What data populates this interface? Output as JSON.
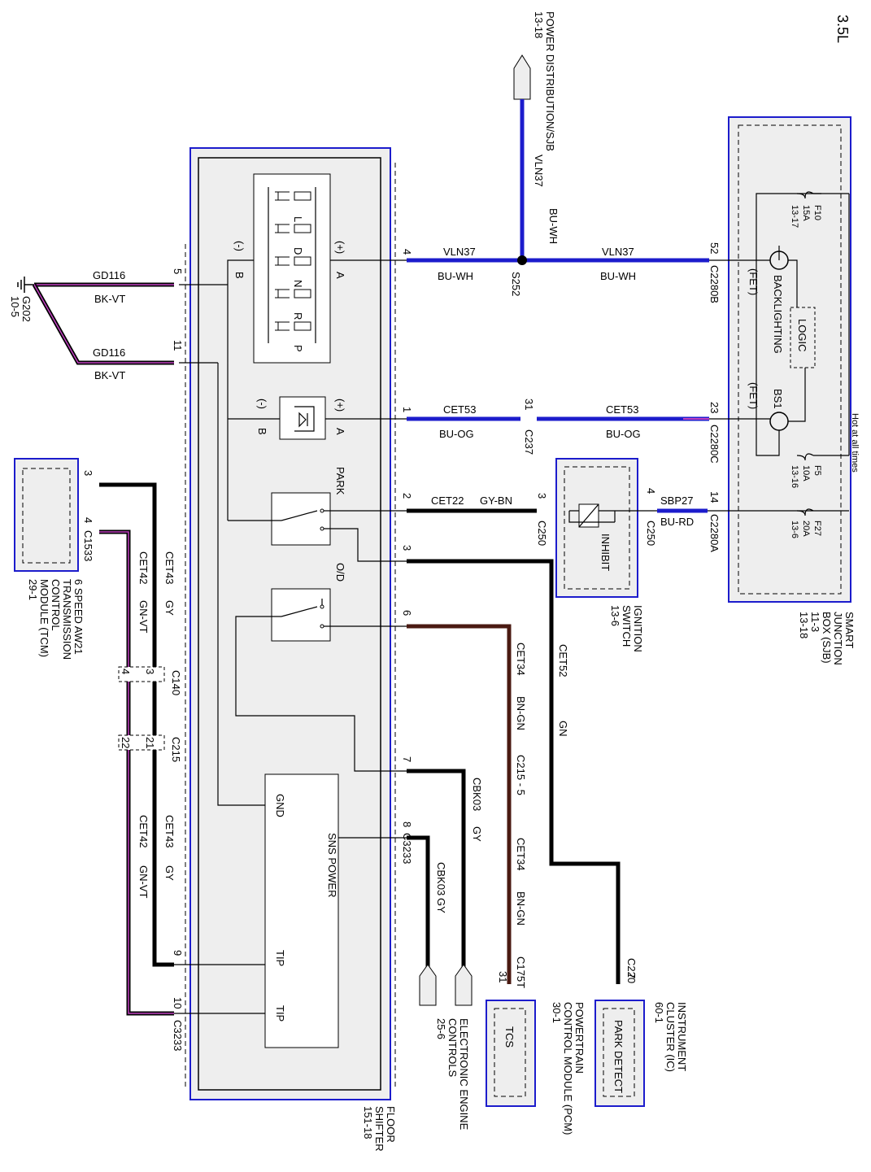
{
  "engine_label": "3.5L",
  "hot_at_all_times": "Hot at all times",
  "power_distribution": {
    "label": "POWER DISTRIBUTION/SJB",
    "ref": "13-18"
  },
  "modules": {
    "sjb": {
      "name": [
        "SMART",
        "JUNCTION",
        "BOX (SJB)"
      ],
      "refs": [
        "11-3",
        "13-18"
      ]
    },
    "ignition_switch": {
      "name": [
        "IGNITION",
        "SWITCH"
      ],
      "ref": "13-6",
      "inner": "INHIBIT"
    },
    "floor_shifter": {
      "name": [
        "FLOOR",
        "SHIFTER"
      ],
      "ref": "151-18"
    },
    "tcm": {
      "name": [
        "6 SPEED AW21",
        "TRANSMISSION",
        "CONTROL",
        "MODULE (TCM)"
      ],
      "ref": "29-1"
    },
    "eec": {
      "name": [
        "ELECTRONIC ENGINE",
        "CONTROLS"
      ],
      "ref": "25-6"
    },
    "pcm": {
      "name": [
        "POWERTRAIN",
        "CONTROL MODULE (PCM)"
      ],
      "ref": "30-1",
      "inner": "TCS"
    },
    "ic": {
      "name": [
        "INSTRUMENT",
        "CLUSTER (IC)"
      ],
      "ref": "60-1",
      "inner": "PARK DETECT"
    }
  },
  "fuses": [
    {
      "name": "F10",
      "rating": "15A",
      "ref": "13-17"
    },
    {
      "name": "F5",
      "rating": "10A",
      "ref": "13-16"
    },
    {
      "name": "F27",
      "rating": "20A",
      "ref": "13-6"
    }
  ],
  "sjb_internal": {
    "logic": "LOGIC",
    "backlighting": "BACKLIGHTING",
    "bs1": "BS1",
    "fet1": "(FET)",
    "fet2": "(FET)"
  },
  "connectors": {
    "c2280b": "C2280B",
    "c2280c": "C2280C",
    "c2280a": "C2280A",
    "c250a": "C250",
    "c250b": "C250",
    "c237": "C237",
    "s252": "S252",
    "c1533": "C1533",
    "c140": "C140",
    "c215": "C215",
    "c215_5": "C215 - 5",
    "c3233a": "C3233",
    "c3233b": "C3233",
    "c175t": "C175T",
    "c220": "C220",
    "g202": "G202",
    "g202_ref": "10-5"
  },
  "wires": {
    "vln37": "VLN37",
    "bu_wh": "BU-WH",
    "cet53": "CET53",
    "bu_og": "BU-OG",
    "cet22": "CET22",
    "gy_bn": "GY-BN",
    "sbp27": "SBP27",
    "bu_rd": "BU-RD",
    "cet52": "CET52",
    "gn": "GN",
    "cet34": "CET34",
    "bn_gn": "BN-GN",
    "cbk03": "CBK03",
    "gy": "GY",
    "cet43": "CET43",
    "cet42": "CET42",
    "gn_vt": "GN-VT",
    "gd116": "GD116",
    "bk_vt": "BK-VT"
  },
  "pins": {
    "p52": "52",
    "p23": "23",
    "p14": "14",
    "p4sw": "4",
    "p3sw": "3",
    "p31": "31",
    "fs4": "4",
    "fs1": "1",
    "fs2": "2",
    "fs3": "3",
    "fs6": "6",
    "fs7": "7",
    "fs8": "8",
    "fs9": "9",
    "fs10": "10",
    "fs5": "5",
    "fs11": "11",
    "tcm3": "3",
    "tcm4": "4",
    "c140_3": "3",
    "c140_4": "4",
    "c215_21": "21",
    "c215_22": "22",
    "c175t_31": "31",
    "c220_7": "7"
  },
  "shifter_internal": {
    "leds": [
      "L",
      "D",
      "N",
      "R",
      "P"
    ],
    "plus": "(+)",
    "minus": "(-)",
    "a": "A",
    "b": "B",
    "park": "PARK",
    "od": "O/D",
    "gnd": "GND",
    "sns_power": "SNS POWER",
    "tip": "TIP"
  },
  "colors": {
    "blue": "#1c1ccc",
    "black": "#000000",
    "brown": "#4a1a12",
    "violet": "#c040c0",
    "box_fill": "#eeeeee"
  }
}
